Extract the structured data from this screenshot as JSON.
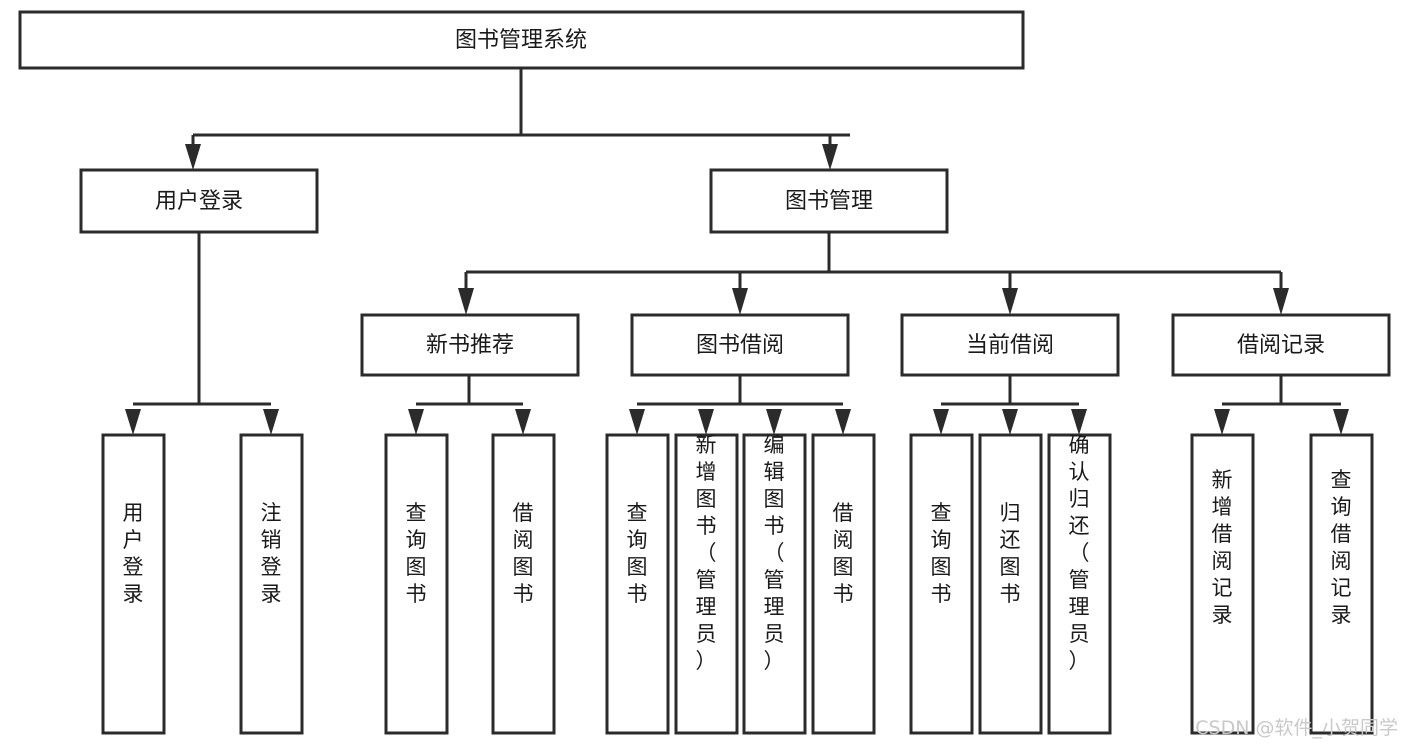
{
  "diagram": {
    "title": "图书管理系统",
    "type": "hierarchy-tree",
    "root": {
      "id": "root",
      "label": "图书管理系统",
      "orientation": "horizontal"
    },
    "level2": [
      {
        "id": "user-login",
        "label": "用户登录",
        "orientation": "horizontal"
      },
      {
        "id": "book-management",
        "label": "图书管理",
        "orientation": "horizontal"
      }
    ],
    "level3": [
      {
        "id": "new-book-recommend",
        "label": "新书推荐",
        "orientation": "horizontal",
        "parent": "book-management"
      },
      {
        "id": "book-borrow",
        "label": "图书借阅",
        "orientation": "horizontal",
        "parent": "book-management"
      },
      {
        "id": "current-borrow",
        "label": "当前借阅",
        "orientation": "horizontal",
        "parent": "book-management"
      },
      {
        "id": "borrow-record",
        "label": "借阅记录",
        "orientation": "horizontal",
        "parent": "book-management"
      }
    ],
    "leaves": [
      {
        "id": "leaf-user-login",
        "label": "用户登录",
        "orientation": "vertical",
        "parent": "user-login"
      },
      {
        "id": "leaf-user-logout",
        "label": "注销登录",
        "orientation": "vertical",
        "parent": "user-login"
      },
      {
        "id": "leaf-query-book-1",
        "label": "查询图书",
        "orientation": "vertical",
        "parent": "new-book-recommend"
      },
      {
        "id": "leaf-borrow-book-1",
        "label": "借阅图书",
        "orientation": "vertical",
        "parent": "new-book-recommend"
      },
      {
        "id": "leaf-query-book-2",
        "label": "查询图书",
        "orientation": "vertical",
        "parent": "book-borrow"
      },
      {
        "id": "leaf-add-book",
        "label": "新增图书（管理员）",
        "orientation": "vertical",
        "parent": "book-borrow"
      },
      {
        "id": "leaf-edit-book",
        "label": "编辑图书（管理员）",
        "orientation": "vertical",
        "parent": "book-borrow"
      },
      {
        "id": "leaf-borrow-book-2",
        "label": "借阅图书",
        "orientation": "vertical",
        "parent": "book-borrow"
      },
      {
        "id": "leaf-query-book-3",
        "label": "查询图书",
        "orientation": "vertical",
        "parent": "current-borrow"
      },
      {
        "id": "leaf-return-book",
        "label": "归还图书",
        "orientation": "vertical",
        "parent": "current-borrow"
      },
      {
        "id": "leaf-confirm-return",
        "label": "确认归还（管理员）",
        "orientation": "vertical",
        "parent": "current-borrow"
      },
      {
        "id": "leaf-add-record",
        "label": "新增借阅记录",
        "orientation": "vertical",
        "parent": "borrow-record"
      },
      {
        "id": "leaf-query-record",
        "label": "查询借阅记录",
        "orientation": "vertical",
        "parent": "borrow-record"
      }
    ]
  },
  "watermark": {
    "text": "CSDN @软件_小贺同学"
  },
  "colors": {
    "stroke": "#2b2b2b",
    "fill": "#ffffff",
    "text": "#1a1a1a",
    "watermark": "#c9c9c9"
  }
}
